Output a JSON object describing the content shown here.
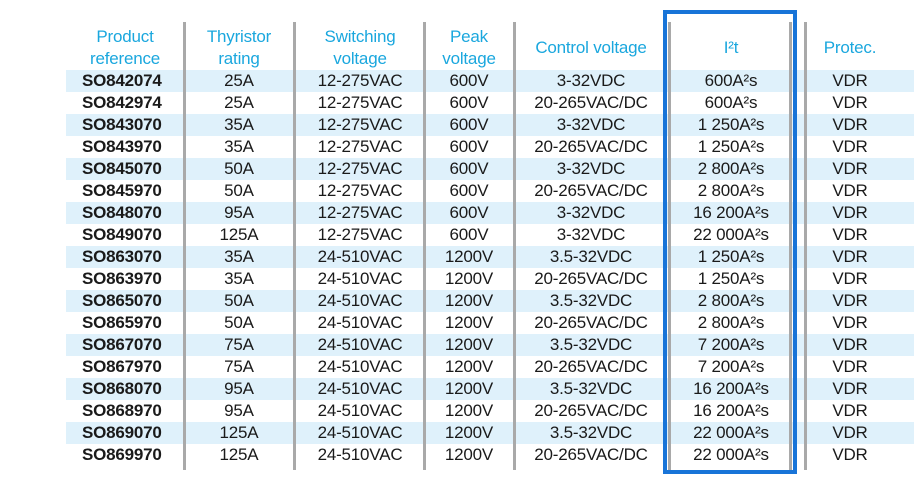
{
  "headers": {
    "reference": "Product\nreference",
    "thyristor": "Thyristor\nrating",
    "switching": "Switching\nvoltage",
    "peak": "Peak\nvoltage",
    "control": "Control voltage",
    "i2t": "I²t",
    "protec": "Protec."
  },
  "rows": [
    {
      "reference": "SO842074",
      "thyristor": "25A",
      "switching": "12-275VAC",
      "peak": "600V",
      "control": "3-32VDC",
      "i2t": "600A²s",
      "protec": "VDR"
    },
    {
      "reference": "SO842974",
      "thyristor": "25A",
      "switching": "12-275VAC",
      "peak": "600V",
      "control": "20-265VAC/DC",
      "i2t": "600A²s",
      "protec": "VDR"
    },
    {
      "reference": "SO843070",
      "thyristor": "35A",
      "switching": "12-275VAC",
      "peak": "600V",
      "control": "3-32VDC",
      "i2t": "1 250A²s",
      "protec": "VDR"
    },
    {
      "reference": "SO843970",
      "thyristor": "35A",
      "switching": "12-275VAC",
      "peak": "600V",
      "control": "20-265VAC/DC",
      "i2t": "1 250A²s",
      "protec": "VDR"
    },
    {
      "reference": "SO845070",
      "thyristor": "50A",
      "switching": "12-275VAC",
      "peak": "600V",
      "control": "3-32VDC",
      "i2t": "2 800A²s",
      "protec": "VDR"
    },
    {
      "reference": "SO845970",
      "thyristor": "50A",
      "switching": "12-275VAC",
      "peak": "600V",
      "control": "20-265VAC/DC",
      "i2t": "2 800A²s",
      "protec": "VDR"
    },
    {
      "reference": "SO848070",
      "thyristor": "95A",
      "switching": "12-275VAC",
      "peak": "600V",
      "control": "3-32VDC",
      "i2t": "16 200A²s",
      "protec": "VDR"
    },
    {
      "reference": "SO849070",
      "thyristor": "125A",
      "switching": "12-275VAC",
      "peak": "600V",
      "control": "3-32VDC",
      "i2t": "22 000A²s",
      "protec": "VDR"
    },
    {
      "reference": "SO863070",
      "thyristor": "35A",
      "switching": "24-510VAC",
      "peak": "1200V",
      "control": "3.5-32VDC",
      "i2t": "1 250A²s",
      "protec": "VDR"
    },
    {
      "reference": "SO863970",
      "thyristor": "35A",
      "switching": "24-510VAC",
      "peak": "1200V",
      "control": "20-265VAC/DC",
      "i2t": "1 250A²s",
      "protec": "VDR"
    },
    {
      "reference": "SO865070",
      "thyristor": "50A",
      "switching": "24-510VAC",
      "peak": "1200V",
      "control": "3.5-32VDC",
      "i2t": "2 800A²s",
      "protec": "VDR"
    },
    {
      "reference": "SO865970",
      "thyristor": "50A",
      "switching": "24-510VAC",
      "peak": "1200V",
      "control": "20-265VAC/DC",
      "i2t": "2 800A²s",
      "protec": "VDR"
    },
    {
      "reference": "SO867070",
      "thyristor": "75A",
      "switching": "24-510VAC",
      "peak": "1200V",
      "control": "3.5-32VDC",
      "i2t": "7 200A²s",
      "protec": "VDR"
    },
    {
      "reference": "SO867970",
      "thyristor": "75A",
      "switching": "24-510VAC",
      "peak": "1200V",
      "control": "20-265VAC/DC",
      "i2t": "7 200A²s",
      "protec": "VDR"
    },
    {
      "reference": "SO868070",
      "thyristor": "95A",
      "switching": "24-510VAC",
      "peak": "1200V",
      "control": "3.5-32VDC",
      "i2t": "16 200A²s",
      "protec": "VDR"
    },
    {
      "reference": "SO868970",
      "thyristor": "95A",
      "switching": "24-510VAC",
      "peak": "1200V",
      "control": "20-265VAC/DC",
      "i2t": "16 200A²s",
      "protec": "VDR"
    },
    {
      "reference": "SO869070",
      "thyristor": "125A",
      "switching": "24-510VAC",
      "peak": "1200V",
      "control": "3.5-32VDC",
      "i2t": "22 000A²s",
      "protec": "VDR"
    },
    {
      "reference": "SO869970",
      "thyristor": "125A",
      "switching": "24-510VAC",
      "peak": "1200V",
      "control": "20-265VAC/DC",
      "i2t": "22 000A²s",
      "protec": "VDR"
    }
  ],
  "colors": {
    "header_text": "#1aa7de",
    "band_fill": "#dff1fb",
    "highlight_border": "#1874d8",
    "separator": "#a9a9a9"
  }
}
